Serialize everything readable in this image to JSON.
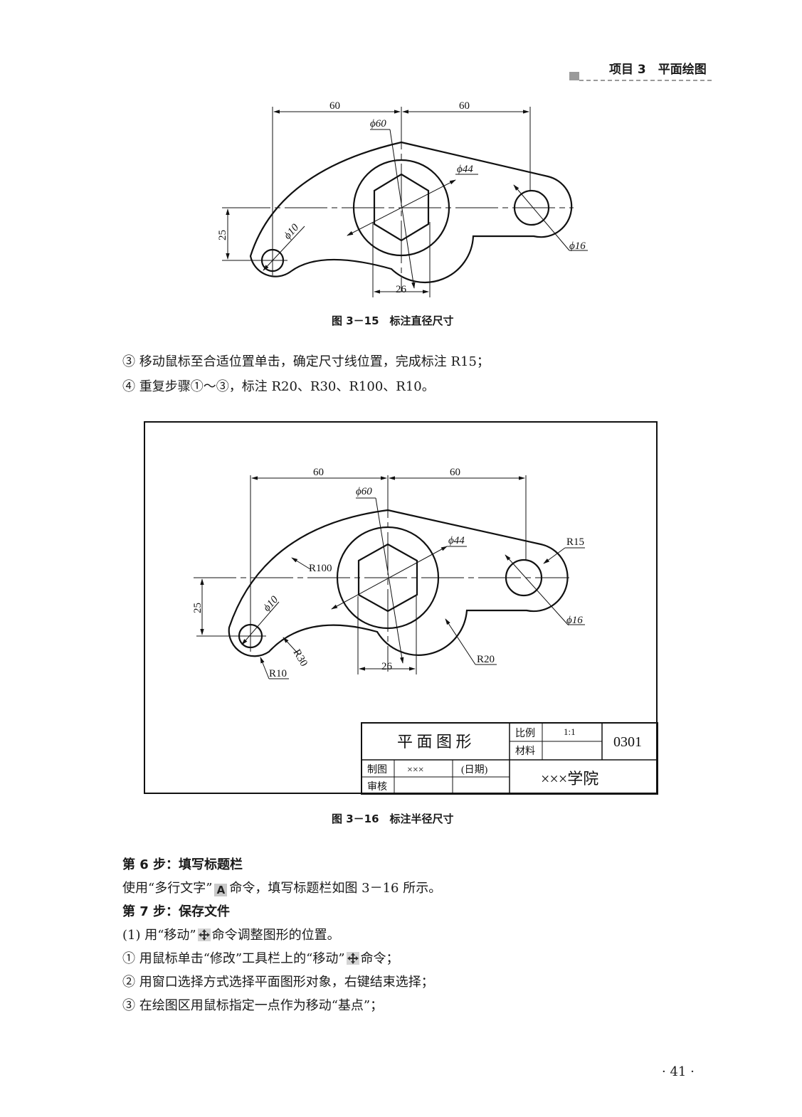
{
  "header": {
    "title": "项目 3　平面绘图"
  },
  "figure15": {
    "dim_left": "60",
    "dim_right": "60",
    "dia_60": "ϕ60",
    "dia_44": "ϕ44",
    "dia_10": "ϕ10",
    "dia_16": "ϕ16",
    "dim_25": "25",
    "dim_26": "26",
    "caption": "图 3－15　标注直径尺寸"
  },
  "steps_a": [
    "③ 移动鼠标至合适位置单击，确定尺寸线位置，完成标注 R15；",
    "④ 重复步骤①～③，标注 R20、R30、R100、R10。"
  ],
  "figure16": {
    "dim_left": "60",
    "dim_right": "60",
    "dia_60": "ϕ60",
    "dia_44": "ϕ44",
    "dia_10": "ϕ10",
    "dia_16": "ϕ16",
    "r15": "R15",
    "r100": "R100",
    "r20": "R20",
    "r30": "R30",
    "r10": "R10",
    "dim_25": "25",
    "dim_26": "26",
    "title_block": {
      "name": "平 面 图 形",
      "scale_label": "比例",
      "scale_value": "1:1",
      "material_label": "材料",
      "code": "0301",
      "drawn_label": "制图",
      "drawn_by": "×××",
      "date": "(日期)",
      "check_label": "审核",
      "school": "×××学院"
    },
    "caption": "图 3－16　标注半径尺寸"
  },
  "step6": {
    "heading": "第 6 步：填写标题栏",
    "text_before": "使用“多行文字”",
    "icon_letter": "A",
    "text_after": "命令，填写标题栏如图 3－16 所示。"
  },
  "step7": {
    "heading": "第 7 步：保存文件",
    "line1_before": "(1) 用“移动”",
    "line1_after": "命令调整图形的位置。",
    "line2_before": "① 用鼠标单击“修改”工具栏上的“移动”",
    "line2_after": "命令；",
    "line3": "② 用窗口选择方式选择平面图形对象，右键结束选择；",
    "line4": "③ 在绘图区用鼠标指定一点作为移动“基点”；"
  },
  "page_number": "· 41 ·",
  "icons": [
    "move-icon",
    "multiline-text-icon",
    "header-block-icon"
  ]
}
